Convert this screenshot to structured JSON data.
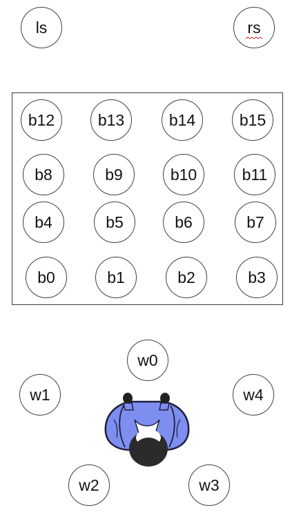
{
  "board": {
    "rows": [
      [
        "b12",
        "b13",
        "b14",
        "b15"
      ],
      [
        "b8",
        "b9",
        "b10",
        "b11"
      ],
      [
        "b4",
        "b5",
        "b6",
        "b7"
      ],
      [
        "b0",
        "b1",
        "b2",
        "b3"
      ]
    ]
  },
  "side_nodes": {
    "left": "ls",
    "right": "rs"
  },
  "worker_nodes": [
    "w0",
    "w1",
    "w2",
    "w3",
    "w4"
  ],
  "colors": {
    "outline": "#404040",
    "person_body": "#7e8ef0",
    "person_head": "#2b2b2b"
  },
  "icons": {
    "person": "person-top-view-icon"
  }
}
